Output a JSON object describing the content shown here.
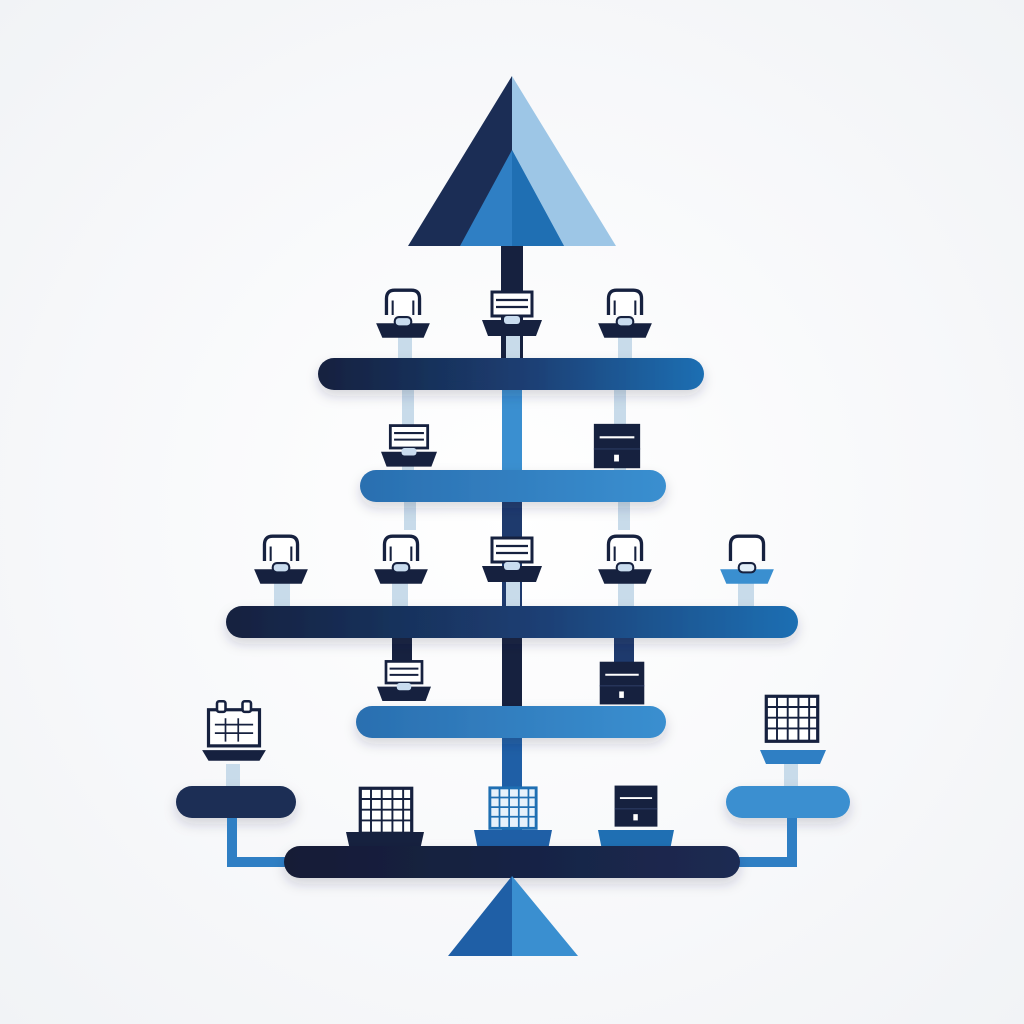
{
  "colors": {
    "navy": "#16213f",
    "mid_blue": "#1f5fa6",
    "light_blue": "#3a8fd0",
    "pale_blue": "#9fc8e6",
    "background": "#f6f7f9"
  },
  "diagram": {
    "shape": "tree",
    "top_symbol": "triangle-icon",
    "base_symbol": "triangle-icon",
    "tiers": [
      {
        "level": 1,
        "icons": [
          "chair-icon",
          "monitor-icon",
          "chair-icon"
        ]
      },
      {
        "level": 2,
        "icons": [
          "monitor-icon",
          "dark-box-icon"
        ]
      },
      {
        "level": 3,
        "icons": [
          "chair-icon",
          "chair-icon",
          "monitor-icon",
          "chair-icon",
          "chair-icon"
        ]
      },
      {
        "level": 4,
        "icons": [
          "monitor-icon",
          "dark-box-icon"
        ]
      },
      {
        "level": 5,
        "icons": [
          "calendar-icon",
          "grid-icon",
          "grid-icon",
          "dark-box-icon",
          "grid-icon"
        ]
      }
    ]
  }
}
